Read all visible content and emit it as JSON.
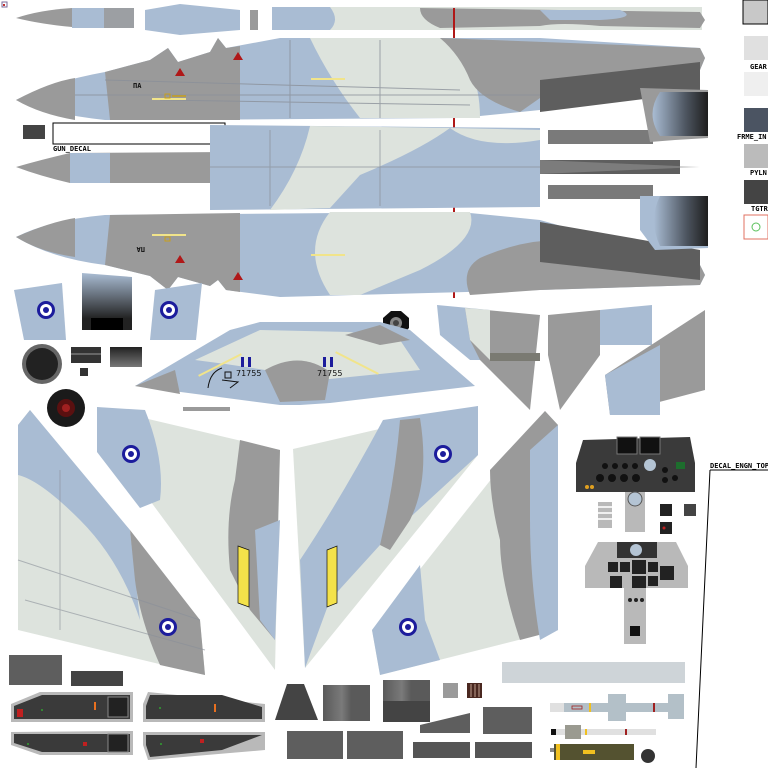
{
  "atlas": {
    "title": "Aircraft texture atlas",
    "colors": {
      "camo_blue": "#a9bcd3",
      "camo_light": "#dde3dd",
      "camo_gray": "#9a9a9a",
      "dark_gray": "#5e5e5e",
      "panel_line": "#8a9099",
      "roundel_blue": "#1c1c9c",
      "warning_red": "#b01818",
      "stripe_yellow": "#f1e48a",
      "caution_yellow": "#f4e24a",
      "cockpit_dark": "#3a3a3a",
      "cockpit_gray": "#b9b9b9",
      "missile_gray": "#b3c0c8",
      "bomb_olive": "#545230"
    }
  },
  "labels": {
    "gun_decal": "GUN_DECAL",
    "decal_engn_top": "DECAL_ENGN_TOP",
    "gear": "GEAR",
    "frame_in": "FRME_IN",
    "pylon": "PYLN",
    "target": "TGTR"
  },
  "markings": {
    "fuselage_code_left": "ΠΑ",
    "fuselage_code_right": "ΠΑ",
    "serial_left": "71755",
    "serial_right": "71755"
  },
  "swatches": [
    {
      "name": "swatch-top",
      "color": "#c8c8c8"
    },
    {
      "name": "swatch-gear",
      "color": "#e0e0e0",
      "label_key": "gear"
    },
    {
      "name": "swatch-light",
      "color": "#efefef"
    },
    {
      "name": "swatch-frame-in",
      "color": "#4b5462",
      "label_key": "frame_in"
    },
    {
      "name": "swatch-pylon",
      "color": "#bbbbbb",
      "label_key": "pylon"
    },
    {
      "name": "swatch-target",
      "color": "#444444",
      "label_key": "target"
    }
  ]
}
